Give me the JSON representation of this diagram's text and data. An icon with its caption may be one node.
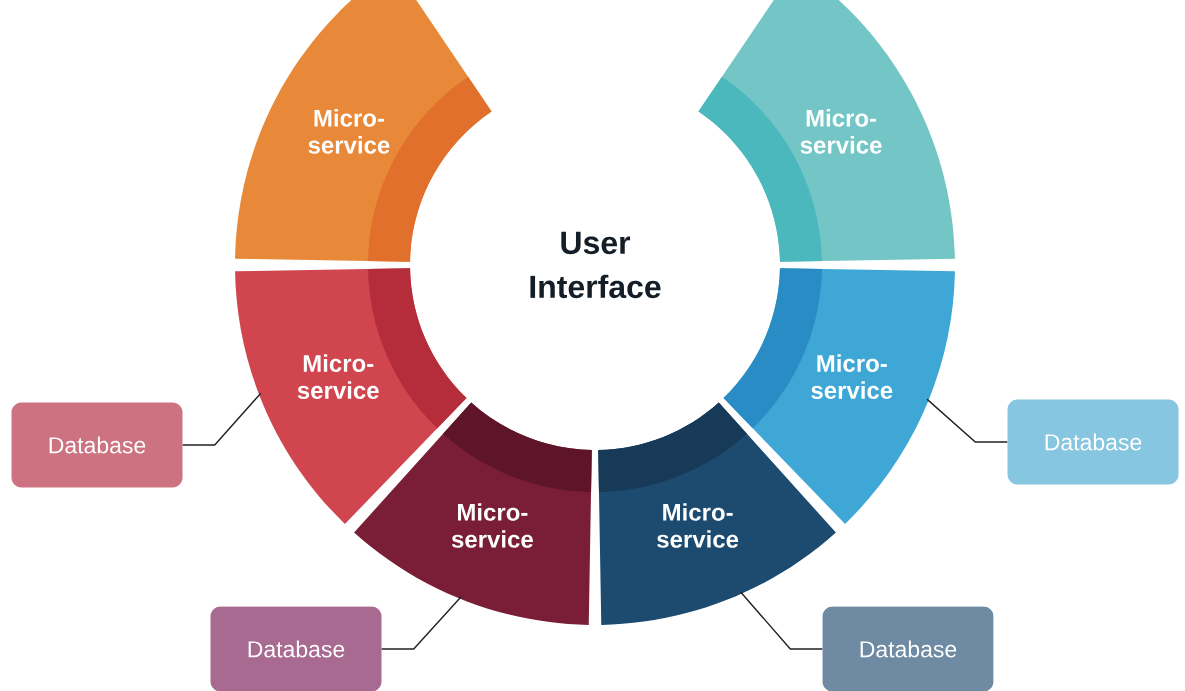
{
  "diagram": {
    "nodes": [
      {
        "text": [
          "User Interface"
        ]
      },
      {
        "text": [
          "Micro- service"
        ]
      },
      {
        "text": [
          "Micro- service"
        ]
      },
      {
        "text": [
          "Micro- service"
        ]
      },
      {
        "text": [
          "Micro- service"
        ]
      },
      {
        "text": [
          "Micro- service"
        ]
      },
      {
        "text": [
          "Micro- service"
        ]
      },
      {
        "text": [
          "Database"
        ]
      },
      {
        "text": [
          "Database"
        ]
      },
      {
        "text": [
          "Database"
        ]
      },
      {
        "text": [
          "Database"
        ]
      }
    ],
    "edges": [
      {
        "from": 7,
        "to": 3,
        "arrow": "none"
      },
      {
        "from": 8,
        "to": 4,
        "arrow": "none"
      },
      {
        "from": 9,
        "to": 5,
        "arrow": "none"
      },
      {
        "from": 10,
        "to": 6,
        "arrow": "none"
      }
    ]
  }
}
